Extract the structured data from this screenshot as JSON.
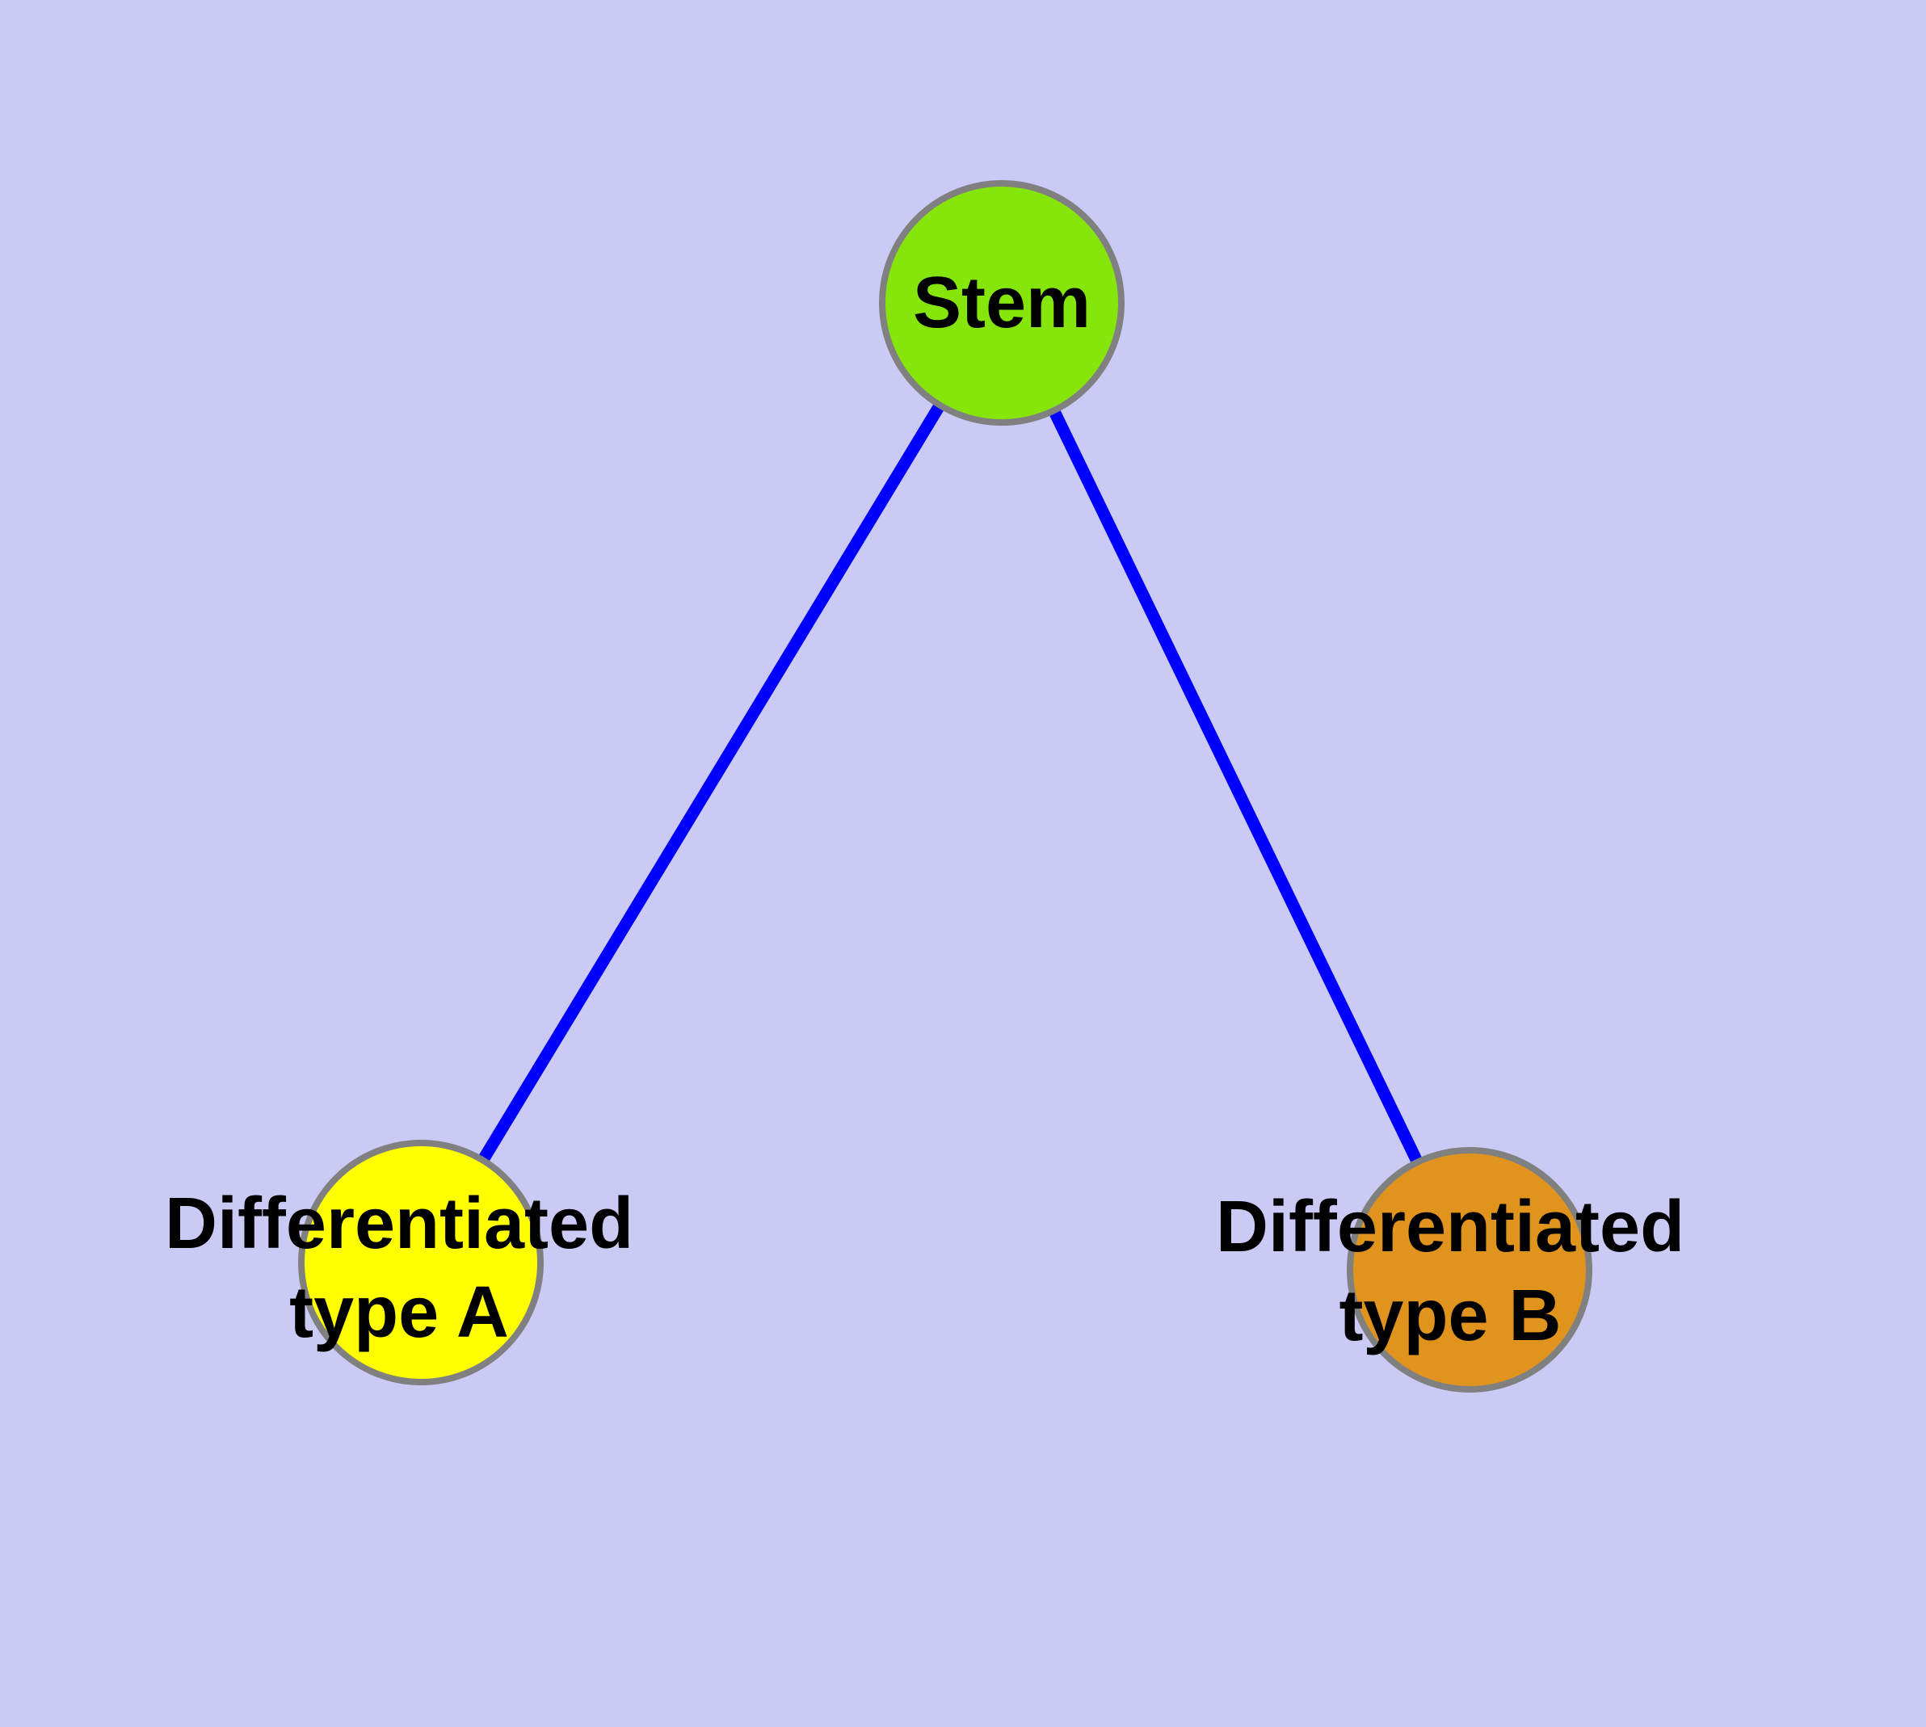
{
  "diagram_title": "",
  "graph": {
    "nodes": [
      {
        "id": "stem",
        "label": "Stem",
        "color": "#86e50a"
      },
      {
        "id": "type-a",
        "label": "Differentiated\ntype A",
        "color": "#ffff00"
      },
      {
        "id": "type-b",
        "label": "Differentiated\ntype B",
        "color": "#e0941e"
      }
    ],
    "edges": [
      {
        "from": "stem",
        "to": "type-a"
      },
      {
        "from": "stem",
        "to": "type-b"
      }
    ]
  },
  "colors": {
    "background": "#cacaf5",
    "stem_fill": "#86e50a",
    "type_a_fill": "#ffff00",
    "type_b_fill": "#e0941e",
    "node_border": "#808080",
    "edge": "#0000ff",
    "label_text": "#000000"
  }
}
